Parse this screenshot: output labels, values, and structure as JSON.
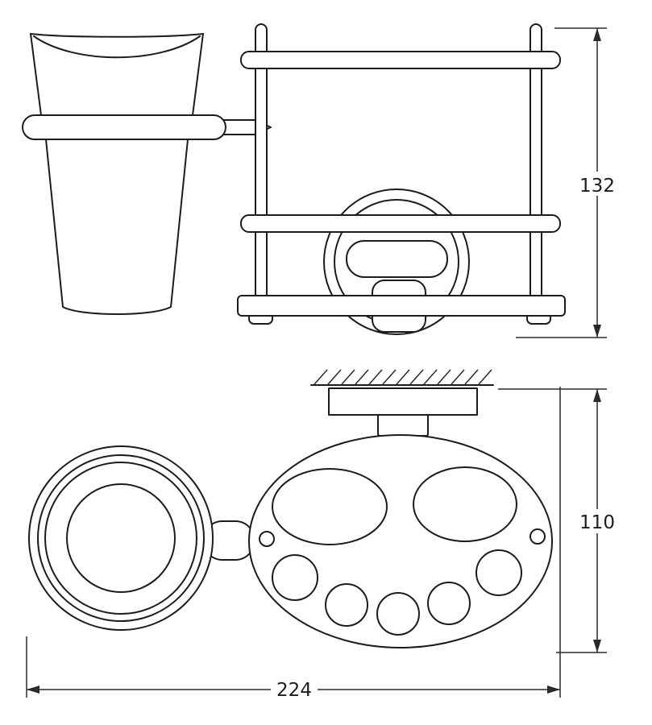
{
  "dimensions": {
    "height": "132",
    "depth": "110",
    "width": "224"
  }
}
